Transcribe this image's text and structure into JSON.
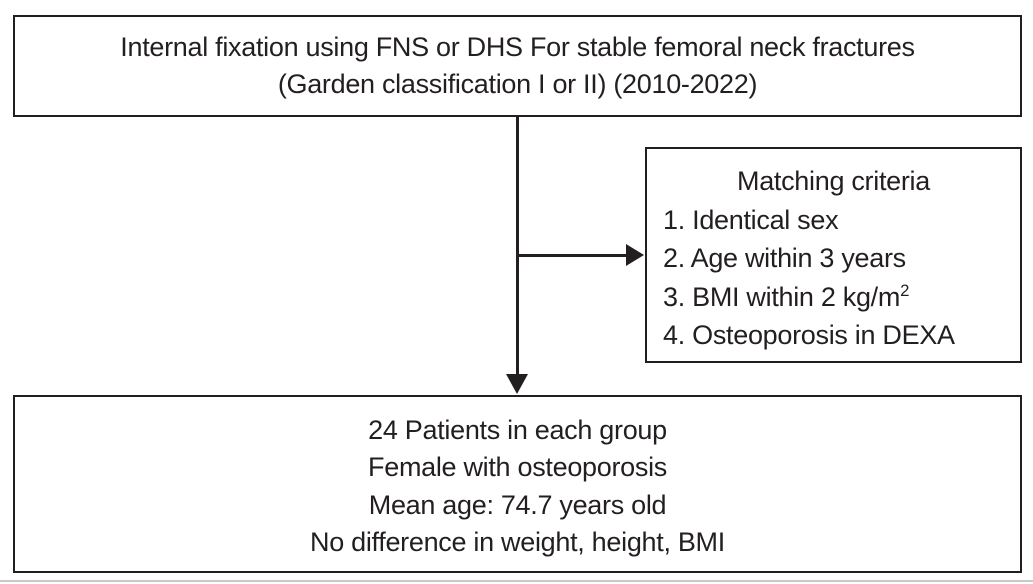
{
  "colors": {
    "line": "#231f20",
    "text": "#231f20",
    "background": "#ffffff",
    "page_divider": "#c9c9c9"
  },
  "top_box": {
    "line1": "Internal fixation using FNS or DHS For stable femoral neck fractures",
    "line2": "(Garden classification I or II) (2010-2022)"
  },
  "matching_box": {
    "title": "Matching criteria",
    "items": [
      {
        "text": "1. Identical sex",
        "sup": ""
      },
      {
        "text": "2. Age within 3 years",
        "sup": ""
      },
      {
        "text": "3. BMI within 2 kg/m",
        "sup": "2"
      },
      {
        "text": "4. Osteoporosis in DEXA",
        "sup": ""
      }
    ]
  },
  "result_box": {
    "lines": [
      "24 Patients in each group",
      "Female with osteoporosis",
      "Mean age: 74.7 years old",
      "No difference in weight, height, BMI"
    ]
  }
}
